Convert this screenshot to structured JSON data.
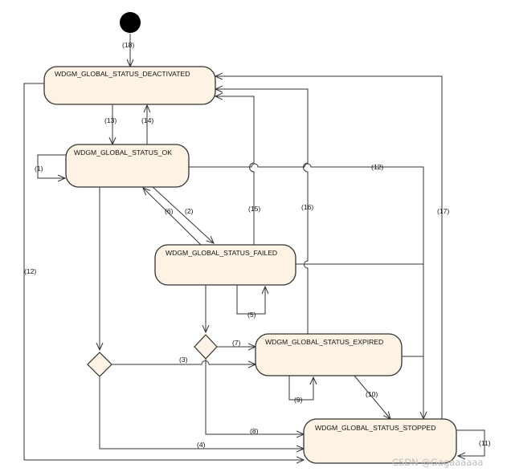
{
  "states": {
    "deactivated": "WDGM_GLOBAL_STATUS_DEACTIVATED",
    "ok": "WDGM_GLOBAL_STATUS_OK",
    "failed": "WDGM_GLOBAL_STATUS_FAILED",
    "expired": "WDGM_GLOBAL_STATUS_EXPIRED",
    "stopped": "WDGM_GLOBAL_STATUS_STOPPED"
  },
  "transitions": {
    "t1": "(1)",
    "t2": "(2)",
    "t3": "(3)",
    "t4": "(4)",
    "t5": "(5)",
    "t6": "(6)",
    "t7": "(7)",
    "t8": "(8)",
    "t9": "(9)",
    "t10": "(10)",
    "t11": "(11)",
    "t12": "(12)",
    "t13": "(13)",
    "t14": "(14)",
    "t15": "(15)",
    "t16": "(16)",
    "t17": "(17)",
    "t18": "(18)"
  },
  "watermark": "CSDN @Gagaaaaaa"
}
